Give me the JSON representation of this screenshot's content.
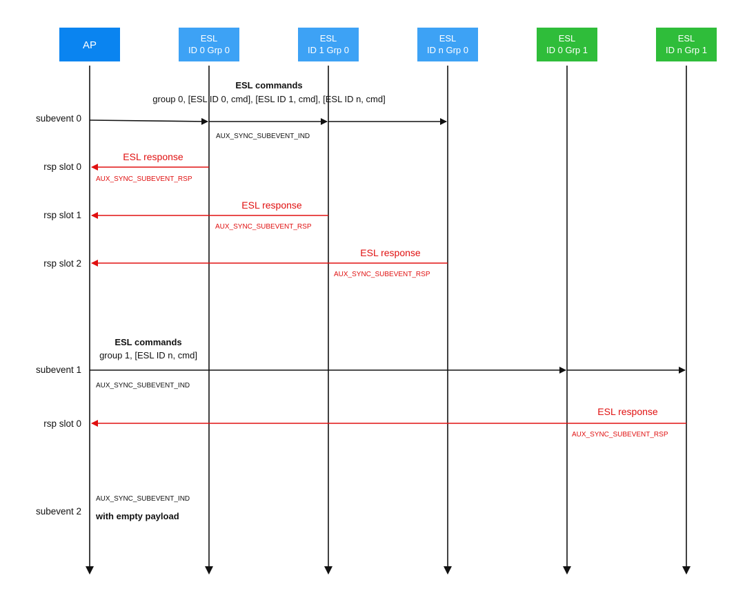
{
  "nodes": [
    {
      "id": "ap",
      "lines": [
        "AP"
      ],
      "color": "#0a84f0"
    },
    {
      "id": "esl-0-grp0",
      "lines": [
        "ESL",
        "ID 0 Grp 0"
      ],
      "color": "#3da2f5"
    },
    {
      "id": "esl-1-grp0",
      "lines": [
        "ESL",
        "ID 1 Grp 0"
      ],
      "color": "#3da2f5"
    },
    {
      "id": "esl-n-grp0",
      "lines": [
        "ESL",
        "ID n Grp 0"
      ],
      "color": "#3da2f5"
    },
    {
      "id": "esl-0-grp1",
      "lines": [
        "ESL",
        "ID 0 Grp 1"
      ],
      "color": "#2fbd3a"
    },
    {
      "id": "esl-n-grp1",
      "lines": [
        "ESL",
        "ID n Grp 1"
      ],
      "color": "#2fbd3a"
    }
  ],
  "rows": {
    "subevent0": "subevent 0",
    "rsp0": "rsp slot 0",
    "rsp1": "rsp slot 1",
    "rsp2": "rsp slot 2",
    "subevent1": "subevent 1",
    "rsp0b": "rsp slot 0",
    "subevent2": "subevent 2"
  },
  "commands0": {
    "title": "ESL commands",
    "detail": "group 0, [ESL ID 0, cmd], [ESL ID 1, cmd], [ESL ID n, cmd]"
  },
  "commands1": {
    "title": "ESL commands",
    "detail": "group 1, [ESL ID n, cmd]"
  },
  "messages": {
    "ind": "AUX_SYNC_SUBEVENT_IND",
    "rsp": "AUX_SYNC_SUBEVENT_RSP",
    "esl_response": "ESL response",
    "empty_payload": "with empty payload"
  },
  "colors": {
    "response": "#e01010",
    "line": "#111111"
  }
}
